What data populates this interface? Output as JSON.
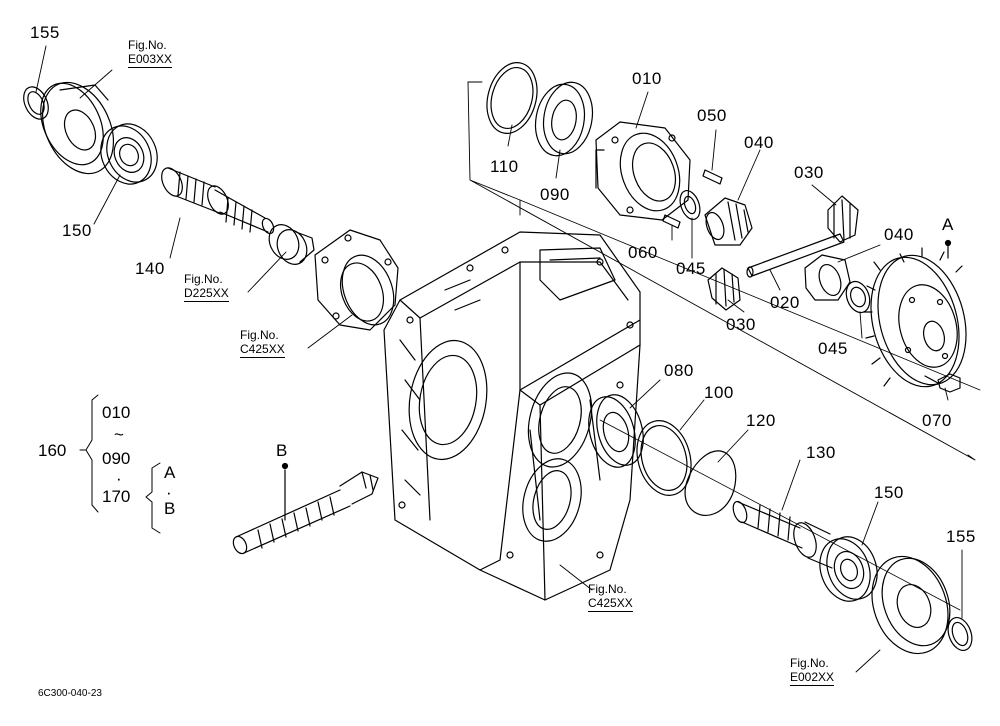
{
  "diagram": {
    "footer_code": "6C300-040-23",
    "fig_prefix": "Fig.No.",
    "fig_refs": {
      "e003": "E003XX",
      "d225": "D225XX",
      "c425_top": "C425XX",
      "c425_bottom": "C425XX",
      "e002": "E002XX"
    },
    "parts": {
      "p155_left": "155",
      "p150_left": "150",
      "p140": "140",
      "p110": "110",
      "p090": "090",
      "p010": "010",
      "p050": "050",
      "p040_top": "040",
      "p030_top": "030",
      "p060": "060",
      "p045_top": "045",
      "p020": "020",
      "p030_bottom": "030",
      "p040_right": "040",
      "p045_right": "045",
      "p070": "070",
      "p080": "080",
      "p100": "100",
      "p120": "120",
      "p130": "130",
      "p150_right": "150",
      "p155_right": "155"
    },
    "markers": {
      "a": "A",
      "b": "B"
    },
    "group": {
      "total": "160",
      "range_start": "010",
      "tilde": "~",
      "range_end": "090",
      "dot": "·",
      "extra": "170",
      "marker_a": "A",
      "marker_dot": "·",
      "marker_b": "B"
    }
  }
}
